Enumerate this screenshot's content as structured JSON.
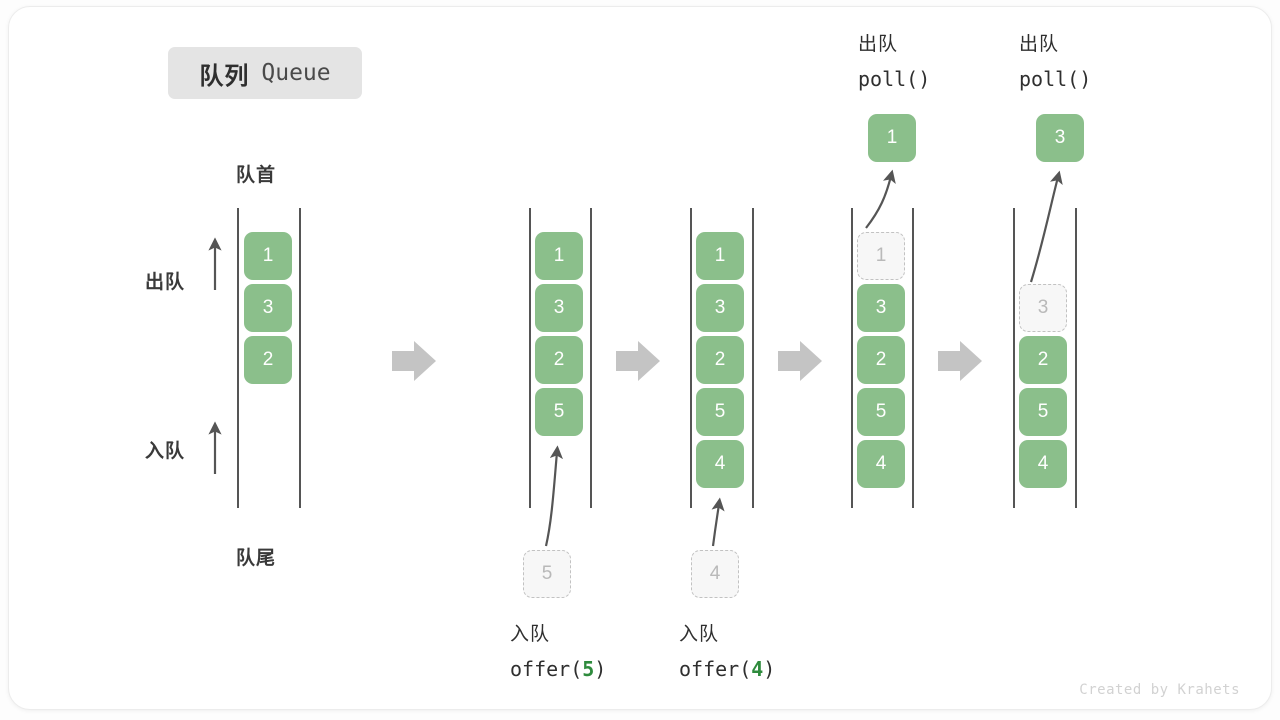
{
  "title": {
    "cn": "队列",
    "en": "Queue"
  },
  "labels": {
    "front": "队首",
    "rear": "队尾",
    "dequeue_side": "出队",
    "enqueue_side": "入队"
  },
  "colors": {
    "cell_fill": "#8bbf8b",
    "cell_text": "#ffffff",
    "ghost_fill": "#f7f7f7",
    "ghost_border": "#c2c2c2",
    "ghost_text": "#b9b9b9",
    "rail": "#555555",
    "arrow": "#555555",
    "step_arrow": "#c4c4c4",
    "badge_bg": "#e4e4e4",
    "arg_green": "#2e8b3d",
    "watermark": "#d2d2d2"
  },
  "columns": [
    {
      "id": "initial",
      "cells": [
        {
          "value": "1",
          "state": "filled"
        },
        {
          "value": "3",
          "state": "filled"
        },
        {
          "value": "2",
          "state": "filled"
        }
      ]
    },
    {
      "id": "after-offer-5",
      "cells": [
        {
          "value": "1",
          "state": "filled"
        },
        {
          "value": "3",
          "state": "filled"
        },
        {
          "value": "2",
          "state": "filled"
        },
        {
          "value": "5",
          "state": "filled"
        }
      ],
      "incoming": {
        "value": "5",
        "state": "ghost"
      },
      "caption": {
        "cn": "入队",
        "fn_prefix": "offer(",
        "arg": "5",
        "fn_suffix": ")"
      }
    },
    {
      "id": "after-offer-4",
      "cells": [
        {
          "value": "1",
          "state": "filled"
        },
        {
          "value": "3",
          "state": "filled"
        },
        {
          "value": "2",
          "state": "filled"
        },
        {
          "value": "5",
          "state": "filled"
        },
        {
          "value": "4",
          "state": "filled"
        }
      ],
      "incoming": {
        "value": "4",
        "state": "ghost"
      },
      "caption": {
        "cn": "入队",
        "fn_prefix": "offer(",
        "arg": "4",
        "fn_suffix": ")"
      }
    },
    {
      "id": "after-poll-1",
      "cells": [
        {
          "value": "1",
          "state": "ghost"
        },
        {
          "value": "3",
          "state": "filled"
        },
        {
          "value": "2",
          "state": "filled"
        },
        {
          "value": "5",
          "state": "filled"
        },
        {
          "value": "4",
          "state": "filled"
        }
      ],
      "outgoing": {
        "value": "1",
        "state": "filled"
      },
      "caption": {
        "cn": "出队",
        "fn_prefix": "poll(",
        "arg": "",
        "fn_suffix": ")"
      }
    },
    {
      "id": "after-poll-3",
      "cells": [
        {
          "value": "3",
          "state": "ghost"
        },
        {
          "value": "2",
          "state": "filled"
        },
        {
          "value": "5",
          "state": "filled"
        },
        {
          "value": "4",
          "state": "filled"
        }
      ],
      "outgoing": {
        "value": "3",
        "state": "filled"
      },
      "caption": {
        "cn": "出队",
        "fn_prefix": "poll(",
        "arg": "",
        "fn_suffix": ")"
      }
    }
  ],
  "watermark": "Created by Krahets"
}
